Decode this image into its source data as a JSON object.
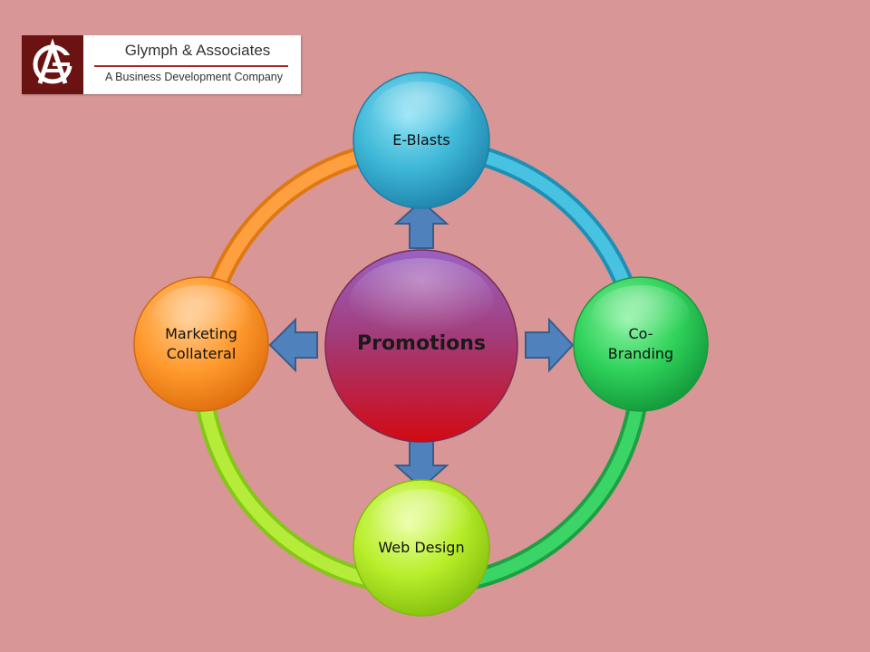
{
  "logo": {
    "title": "Glymph & Associates",
    "subtitle": "A Business Development Company",
    "mark_color": "#6b1212"
  },
  "diagram": {
    "center": {
      "label": "Promotions"
    },
    "nodes": {
      "top": {
        "label": "E-Blasts"
      },
      "right": {
        "line1": "Co-",
        "line2": "Branding"
      },
      "bottom": {
        "label": "Web Design"
      },
      "left": {
        "line1": "Marketing",
        "line2": "Collateral"
      }
    }
  },
  "colors": {
    "background": "#d89696",
    "top": "#3fb8d8",
    "right": "#2fd25a",
    "bottom": "#b8ee2a",
    "left": "#ff9a2e",
    "center_top": "#9a5cc0",
    "center_bottom": "#c8101e",
    "arrow": "#4f81bd"
  }
}
